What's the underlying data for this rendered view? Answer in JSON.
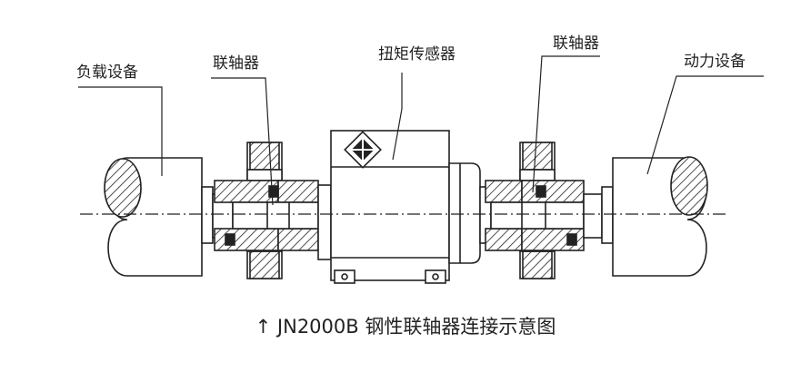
{
  "labels": {
    "load_device": "负载设备",
    "coupling_left": "联轴器",
    "torque_sensor": "扭矩传感器",
    "coupling_right": "联轴器",
    "power_device": "动力设备"
  },
  "caption": {
    "arrow": "↑",
    "text": "JN2000B 钢性联轴器连接示意图"
  }
}
